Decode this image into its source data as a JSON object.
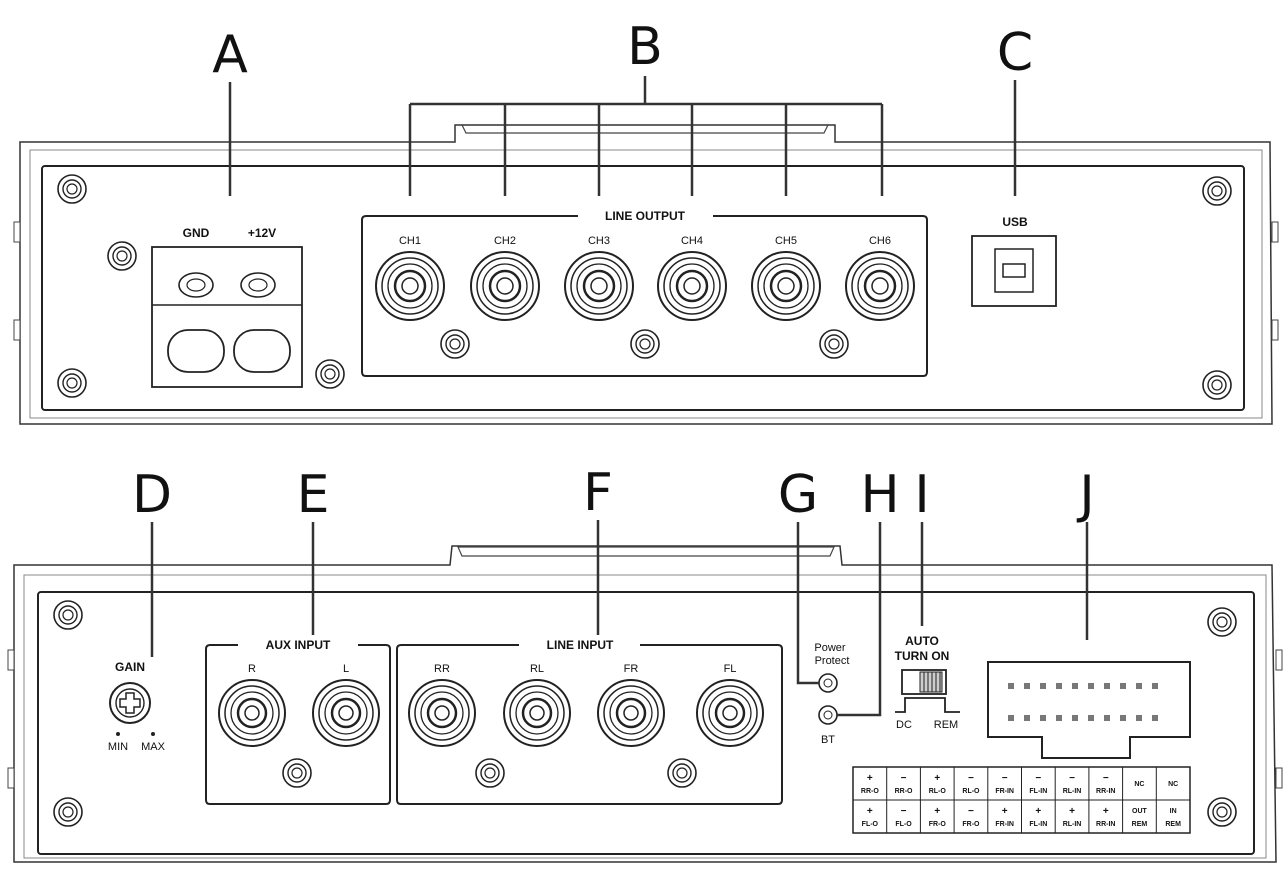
{
  "callouts": {
    "a": "A",
    "b": "B",
    "c": "C",
    "d": "D",
    "e": "E",
    "f": "F",
    "g": "G",
    "h": "H",
    "i": "I",
    "j": "J"
  },
  "top_panel": {
    "gnd": "GND",
    "plus12v": "+12V",
    "line_output": "LINE OUTPUT",
    "channels": [
      "CH1",
      "CH2",
      "CH3",
      "CH4",
      "CH5",
      "CH6"
    ],
    "usb": "USB"
  },
  "bottom_panel": {
    "gain": "GAIN",
    "min": "MIN",
    "max": "MAX",
    "aux_input": "AUX INPUT",
    "aux_channels": [
      "R",
      "L"
    ],
    "line_input": "LINE INPUT",
    "line_channels": [
      "RR",
      "RL",
      "FR",
      "FL"
    ],
    "power": "Power",
    "protect": "Protect",
    "bt": "BT",
    "auto": "AUTO",
    "turn_on": "TURN ON",
    "dc": "DC",
    "rem": "REM"
  },
  "pin_table": {
    "row1": [
      {
        "s": "+",
        "t": "RR-O"
      },
      {
        "s": "−",
        "t": "RR-O"
      },
      {
        "s": "+",
        "t": "RL-O"
      },
      {
        "s": "−",
        "t": "RL-O"
      },
      {
        "s": "−",
        "t": "FR-IN"
      },
      {
        "s": "−",
        "t": "FL-IN"
      },
      {
        "s": "−",
        "t": "RL-IN"
      },
      {
        "s": "−",
        "t": "RR-IN"
      },
      {
        "s": "",
        "t": "NC"
      },
      {
        "s": "",
        "t": "NC"
      }
    ],
    "row2": [
      {
        "s": "+",
        "t": "FL-O"
      },
      {
        "s": "−",
        "t": "FL-O"
      },
      {
        "s": "+",
        "t": "FR-O"
      },
      {
        "s": "−",
        "t": "FR-O"
      },
      {
        "s": "+",
        "t": "FR-IN"
      },
      {
        "s": "+",
        "t": "FL-IN"
      },
      {
        "s": "+",
        "t": "RL-IN"
      },
      {
        "s": "+",
        "t": "RR-IN"
      },
      {
        "s": "OUT",
        "t": "REM"
      },
      {
        "s": "IN",
        "t": "REM"
      }
    ]
  }
}
